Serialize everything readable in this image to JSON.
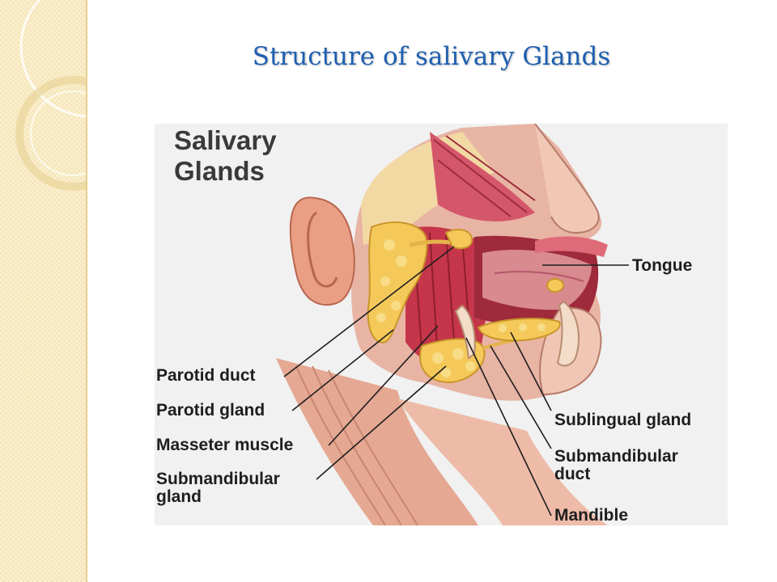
{
  "slide": {
    "title": "Structure of salivary Glands"
  },
  "figure": {
    "title_line1": "Salivary",
    "title_line2": "Glands",
    "labels": {
      "tongue": "Tongue",
      "parotid_duct": "Parotid duct",
      "parotid_gland": "Parotid gland",
      "masseter_muscle": "Masseter muscle",
      "submandibular_gland_line1": "Submandibular",
      "submandibular_gland_line2": "gland",
      "sublingual_gland": "Sublingual gland",
      "submandibular_duct_line1": "Submandibular",
      "submandibular_duct_line2": "duct",
      "mandible": "Mandible"
    }
  }
}
